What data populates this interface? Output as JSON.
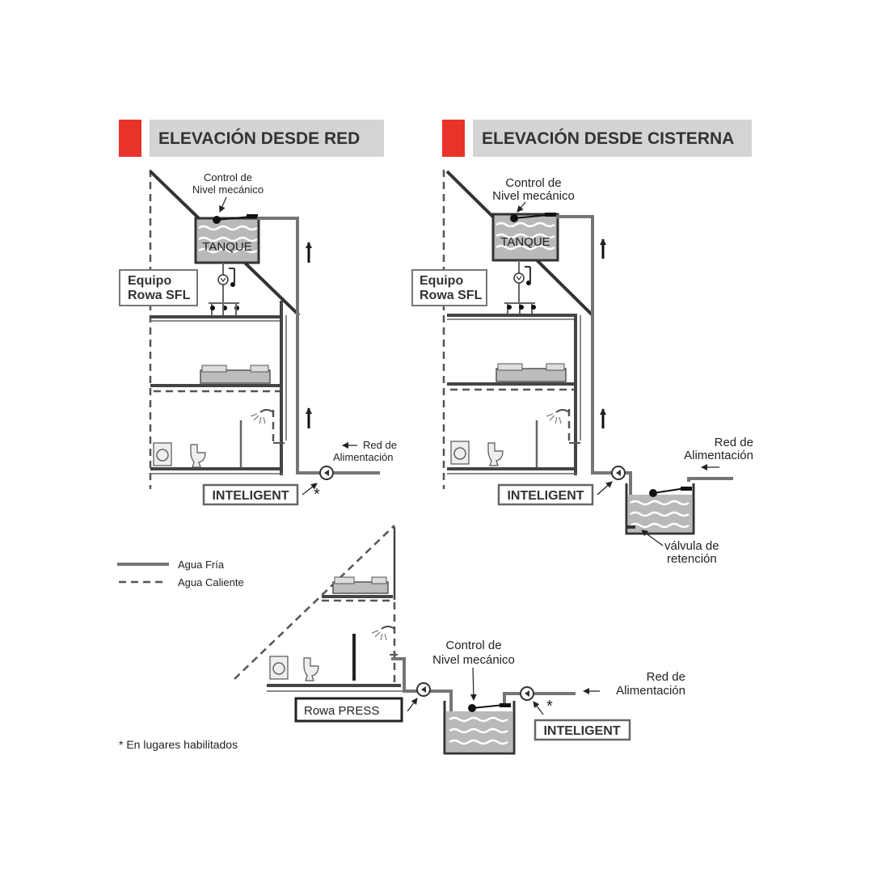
{
  "sections": {
    "red": {
      "title": "ELEVACIÓN DESDE RED",
      "control_line1": "Control de",
      "control_line2": "Nivel mecánico",
      "tank_label": "TANQUE",
      "equipo_line1": "Equipo",
      "equipo_line2": "Rowa SFL",
      "feed_line1": "Red de",
      "feed_line2": "Alimentación",
      "pump_label": "INTELIGENT",
      "asterisk": "*"
    },
    "cisterna": {
      "title": "ELEVACIÓN DESDE CISTERNA",
      "control_line1": "Control de",
      "control_line2": "Nivel mecánico",
      "tank_label": "TANQUE",
      "equipo_line1": "Equipo",
      "equipo_line2": "Rowa SFL",
      "feed_line1": "Red de",
      "feed_line2": "Alimentación",
      "pump_label": "INTELIGENT",
      "valve_line1": "válvula de",
      "valve_line2": "retención"
    },
    "press": {
      "control_line1": "Control de",
      "control_line2": "Nivel mecánico",
      "feed_line1": "Red de",
      "feed_line2": "Alimentación",
      "press_label": "Rowa PRESS",
      "pump_label": "INTELIGENT",
      "asterisk": "*"
    }
  },
  "legend": {
    "cold": "Agua Fría",
    "hot": "Agua Caliente"
  },
  "footnote": "* En lugares habilitados",
  "colors": {
    "accent_red": "#e8332a",
    "title_bg": "#d4d4d4",
    "pipe": "#757575",
    "water": "#b9b9b9"
  }
}
